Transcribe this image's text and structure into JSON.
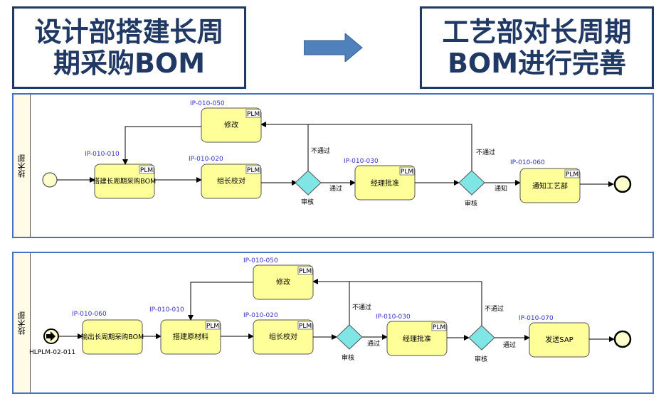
{
  "header": {
    "left_title_line1": "设计部搭建长周",
    "left_title_line2": "期采购BOM",
    "right_title_line1": "工艺部对长周期",
    "right_title_line2": "BOM进行完善"
  },
  "lane1": {
    "lane_label": "技术部",
    "tasks": [
      {
        "id": "IP-010-010",
        "label": "搭建长周期采购BOM",
        "tag": "PLM"
      },
      {
        "id": "IP-010-020",
        "label": "组长校对",
        "tag": "PLM"
      },
      {
        "id": "IP-010-030",
        "label": "经理批准",
        "tag": "PLM"
      },
      {
        "id": "IP-010-060",
        "label": "通知工艺部",
        "tag": "PLM"
      },
      {
        "id": "IP-010-050",
        "label": "修改",
        "tag": "PLM"
      }
    ],
    "gateways": [
      {
        "label": "审核",
        "pass": "通过",
        "fail": "不通过"
      },
      {
        "label": "审核",
        "pass": "通知",
        "fail": "不通过"
      }
    ]
  },
  "lane2": {
    "lane_label": "技术部",
    "start_event_label": "HLPLM-02-011",
    "tasks": [
      {
        "id": "IP-010-060",
        "label": "输出长周期采购BOM",
        "tag": ""
      },
      {
        "id": "IP-010-010",
        "label": "搭建原材料",
        "tag": "PLM"
      },
      {
        "id": "IP-010-020",
        "label": "组长校对",
        "tag": "PLM"
      },
      {
        "id": "IP-010-030",
        "label": "经理批准",
        "tag": "PLM"
      },
      {
        "id": "IP-010-070",
        "label": "发送SAP",
        "tag": ""
      },
      {
        "id": "IP-010-050",
        "label": "修改",
        "tag": "PLM"
      }
    ],
    "gateways": [
      {
        "label": "审核",
        "pass": "通过",
        "fail": "不通过"
      },
      {
        "label": "审核",
        "pass": "通过",
        "fail": "不通过"
      }
    ]
  },
  "colors": {
    "header_border": "#1f3864",
    "lane_border": "#4472c4",
    "task_fill": "#ffff99",
    "gateway_fill": "#7fe5e5",
    "id_text": "#3333cc",
    "arrow_fill": "#4f81bd"
  }
}
